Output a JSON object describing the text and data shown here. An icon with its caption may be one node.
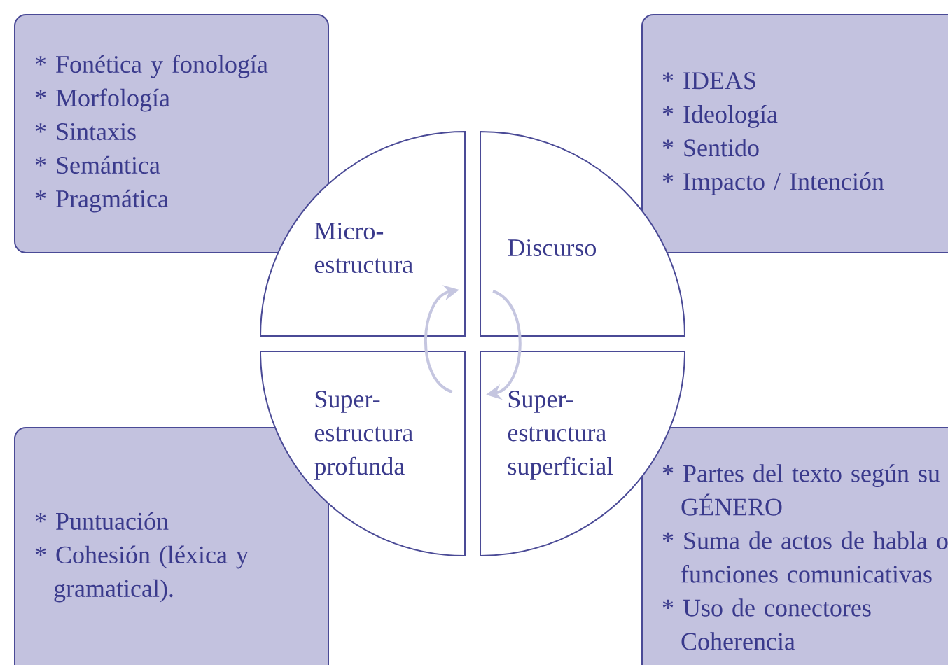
{
  "diagram": {
    "nodes": [
      {
        "text": [
          "* Fonética y fonología",
          "* Morfología",
          "* Sintaxis",
          "* Semántica",
          "* Pragmática"
        ]
      },
      {
        "text": [
          "* IDEAS",
          "* Ideología",
          "* Sentido",
          "* Impacto / Intención"
        ]
      },
      {
        "text": [
          "Micro- estructura"
        ]
      },
      {
        "text": [
          "Discurso"
        ]
      },
      {
        "text": [
          "Super- estructura profunda"
        ]
      },
      {
        "text": [
          "Super- estructura superficial"
        ]
      },
      {
        "text": [
          "* Puntuación",
          "* Cohesión (léxica y gramatical)."
        ]
      },
      {
        "text": [
          "* Partes del texto según su GÉNERO",
          "* Suma de actos de habla o funciones comunicativas",
          "* Uso de conectores Coherencia"
        ]
      }
    ],
    "edges": [
      {
        "from": 3,
        "to": 5,
        "arrow": "to"
      },
      {
        "from": 4,
        "to": 2,
        "arrow": "to"
      }
    ]
  }
}
